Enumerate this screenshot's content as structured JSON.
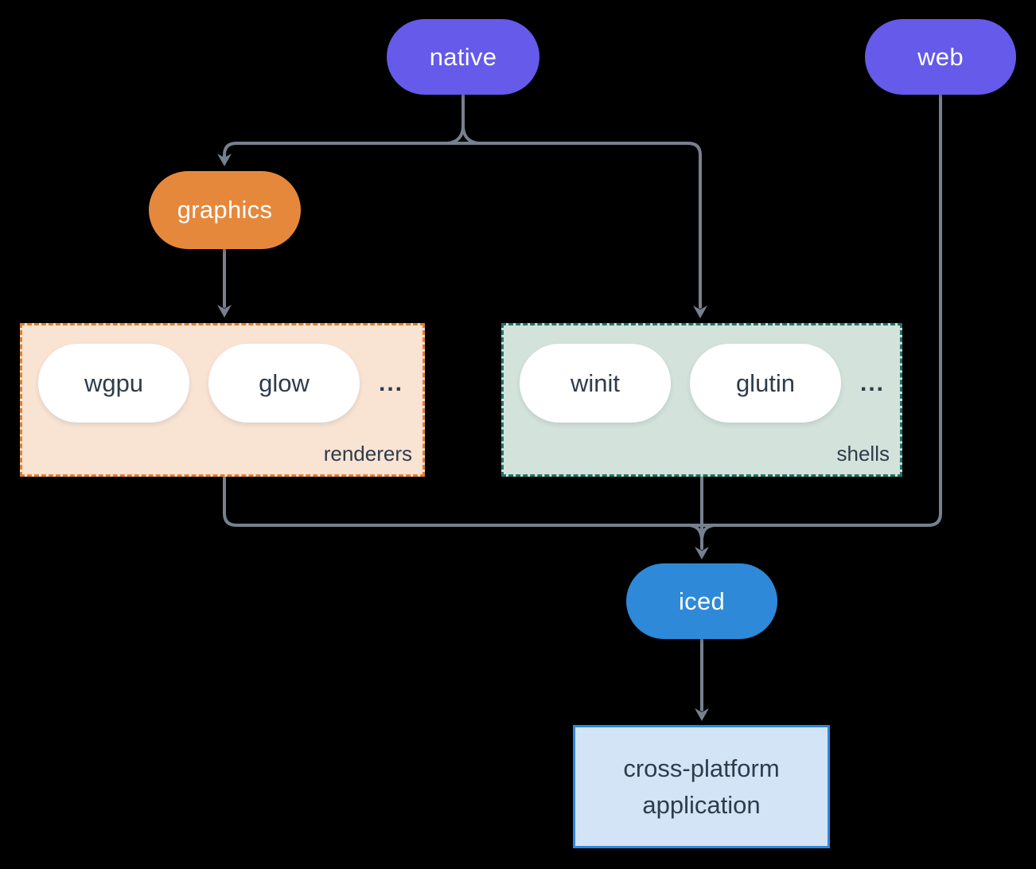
{
  "colors": {
    "background": "#000000",
    "purple": "#655ae9",
    "orange": "#e6883c",
    "blue": "#2e89d8",
    "connector": "#76818f",
    "dark_text": "#2e3c4b",
    "white_text": "#ffffff",
    "renderers_fill": "#f9e3d3",
    "renderers_border": "#e0812f",
    "shells_fill": "#d3e2db",
    "shells_border": "#20756a",
    "app_fill": "#d3e4f7",
    "app_border": "#2f86d9"
  },
  "nodes": {
    "native": {
      "label": "native"
    },
    "web": {
      "label": "web"
    },
    "graphics": {
      "label": "graphics"
    },
    "iced": {
      "label": "iced"
    },
    "application": {
      "line1": "cross-platform",
      "line2": "application"
    }
  },
  "groups": {
    "renderers": {
      "label": "renderers",
      "items": [
        "wgpu",
        "glow"
      ],
      "ellipsis": "..."
    },
    "shells": {
      "label": "shells",
      "items": [
        "winit",
        "glutin"
      ],
      "ellipsis": "..."
    }
  }
}
